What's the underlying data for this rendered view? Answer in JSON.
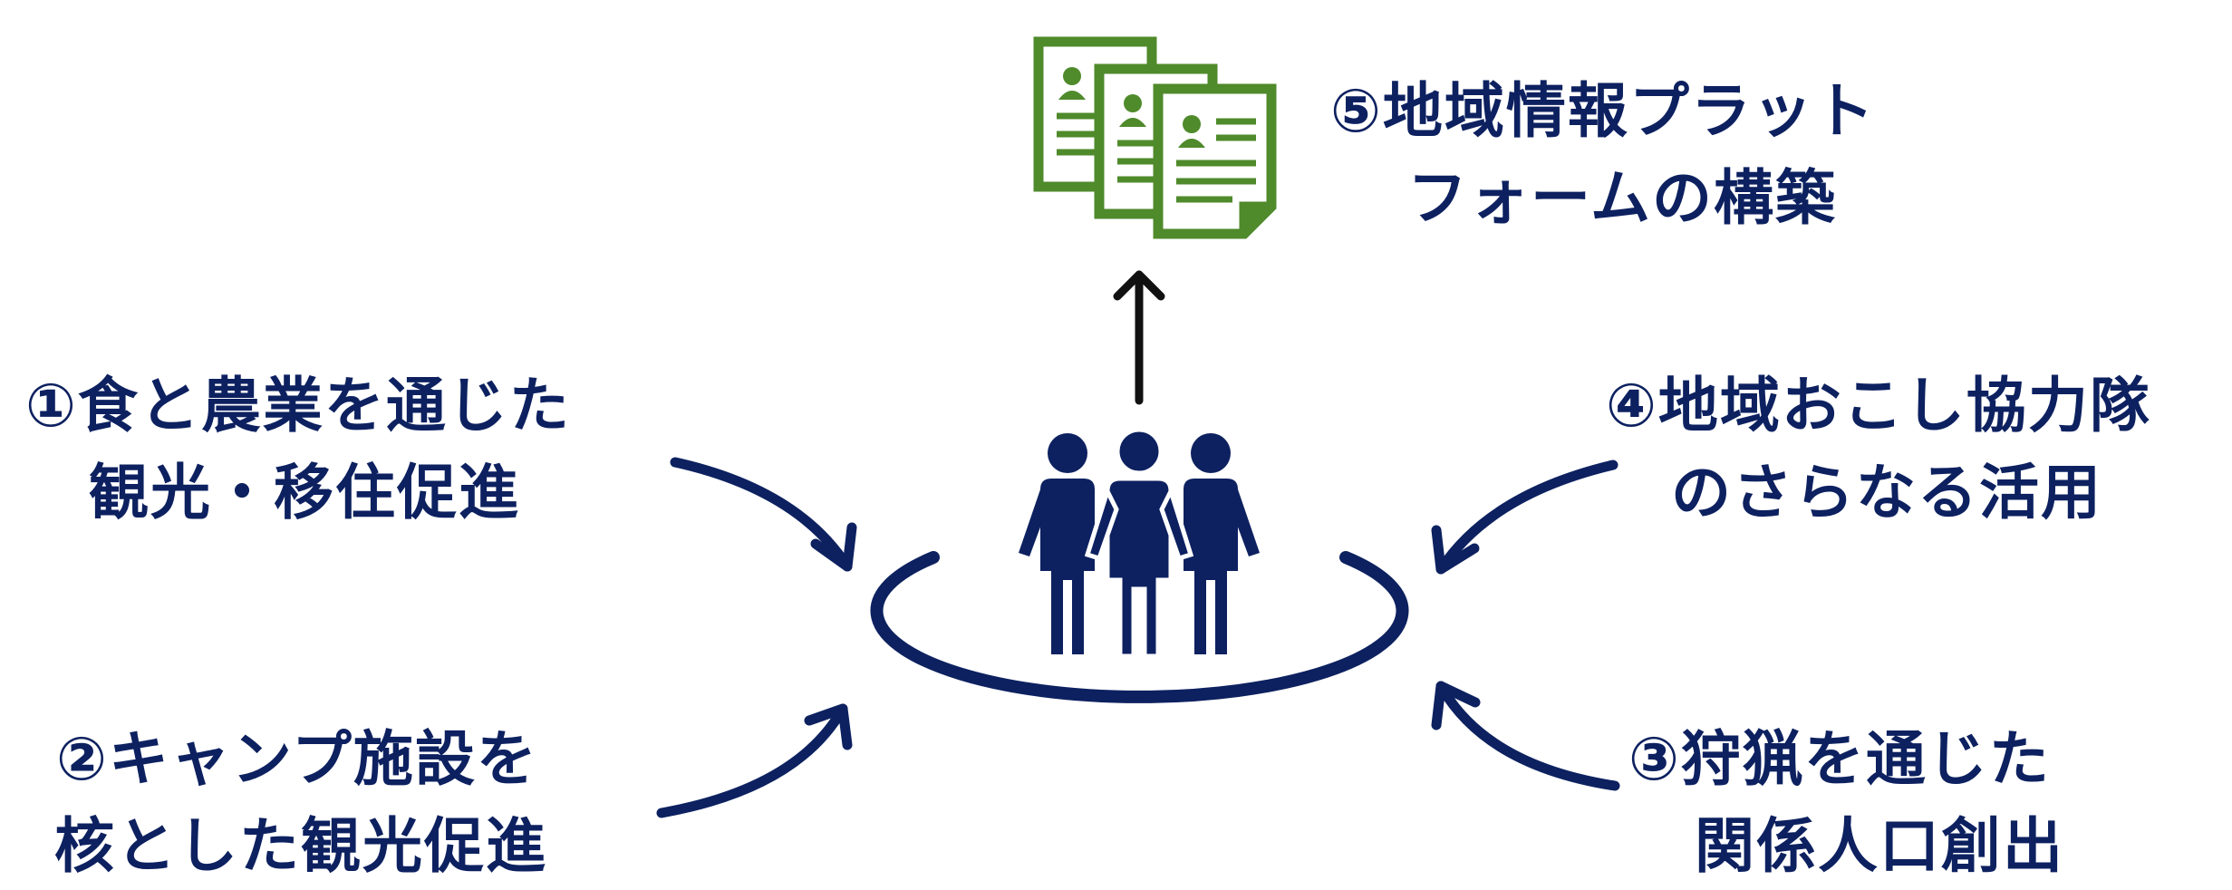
{
  "items": [
    {
      "line1": "①食と農業を通じた",
      "line2": "観光・移住促進"
    },
    {
      "line1": "②キャンプ施設を",
      "line2": "核とした観光促進"
    },
    {
      "line1": "③狩猟を通じた",
      "line2": "関係人口創出"
    },
    {
      "line1": "④地域おこし協力隊",
      "line2": "のさらなる活用"
    },
    {
      "line1": "⑤地域情報プラット",
      "line2": "フォームの構築"
    }
  ],
  "icons": {
    "people": "group-of-three-people-icon",
    "documents": "stacked-profile-documents-icon"
  },
  "colors": {
    "navy": "#0d2160",
    "green": "#4f8a2b",
    "black": "#111111"
  }
}
